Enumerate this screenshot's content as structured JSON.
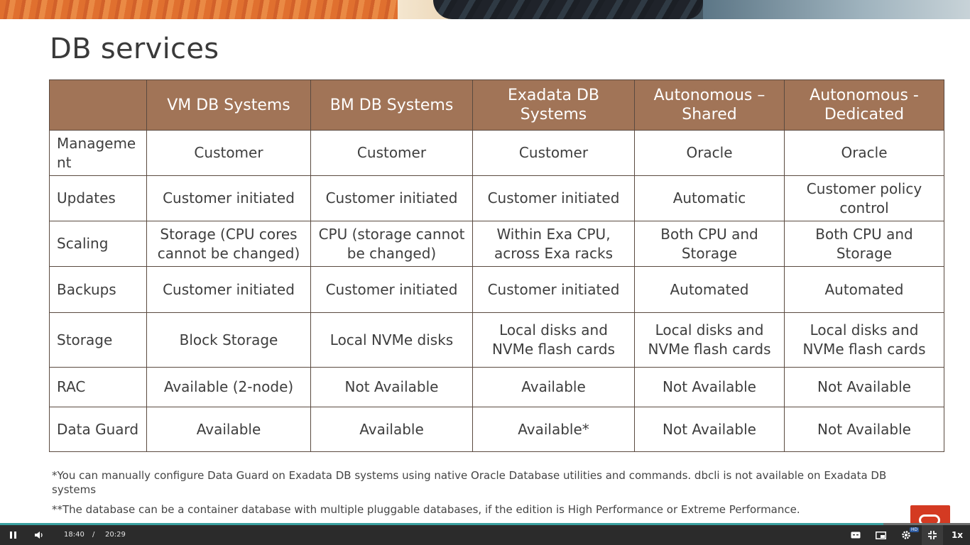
{
  "slide": {
    "title": "DB services",
    "table": {
      "headers": [
        "",
        "VM DB Systems",
        "BM DB Systems",
        "Exadata DB Systems",
        "Autonomous – Shared",
        "Autonomous - Dedicated"
      ],
      "rows": [
        {
          "label": "Manageme nt",
          "cells": [
            "Customer",
            "Customer",
            "Customer",
            "Oracle",
            "Oracle"
          ]
        },
        {
          "label": "Updates",
          "cells": [
            "Customer initiated",
            "Customer initiated",
            "Customer initiated",
            "Automatic",
            "Customer policy control"
          ]
        },
        {
          "label": "Scaling",
          "cells": [
            "Storage (CPU cores cannot be changed)",
            "CPU (storage cannot be changed)",
            "Within Exa CPU, across Exa racks",
            "Both CPU and Storage",
            "Both CPU and Storage"
          ]
        },
        {
          "label": "Backups",
          "cells": [
            "Customer initiated",
            "Customer initiated",
            "Customer initiated",
            "Automated",
            "Automated"
          ]
        },
        {
          "label": "Storage",
          "cells": [
            "Block Storage",
            "Local NVMe disks",
            "Local disks and NVMe flash cards",
            "Local disks and NVMe flash cards",
            "Local disks and NVMe flash cards"
          ]
        },
        {
          "label": "RAC",
          "cells": [
            "Available (2-node)",
            "Not Available",
            "Available",
            "Not Available",
            "Not Available"
          ]
        },
        {
          "label": "Data Guard",
          "cells": [
            "Available",
            "Available",
            "Available*",
            "Not Available",
            "Not Available"
          ]
        }
      ]
    },
    "footnotes": [
      "*You can manually configure Data Guard on Exadata DB systems using native Oracle Database utilities and commands. dbcli is not available on Exadata DB systems",
      "**The database can be a container database with multiple pluggable databases, if the edition is High Performance or Extreme Performance."
    ]
  },
  "player": {
    "current_time": "18:40",
    "separator": "/",
    "duration": "20:29",
    "progress_fraction": 0.911,
    "speed_label": "1x",
    "hd_badge": "HD",
    "icons": [
      "pause-icon",
      "volume-icon",
      "cc-icon",
      "pip-icon",
      "settings-icon",
      "exit-fullscreen-icon"
    ],
    "accent_color": "#3aa0a0"
  },
  "colors": {
    "header_fill": "#a17457",
    "brand_red": "#d43a22"
  }
}
